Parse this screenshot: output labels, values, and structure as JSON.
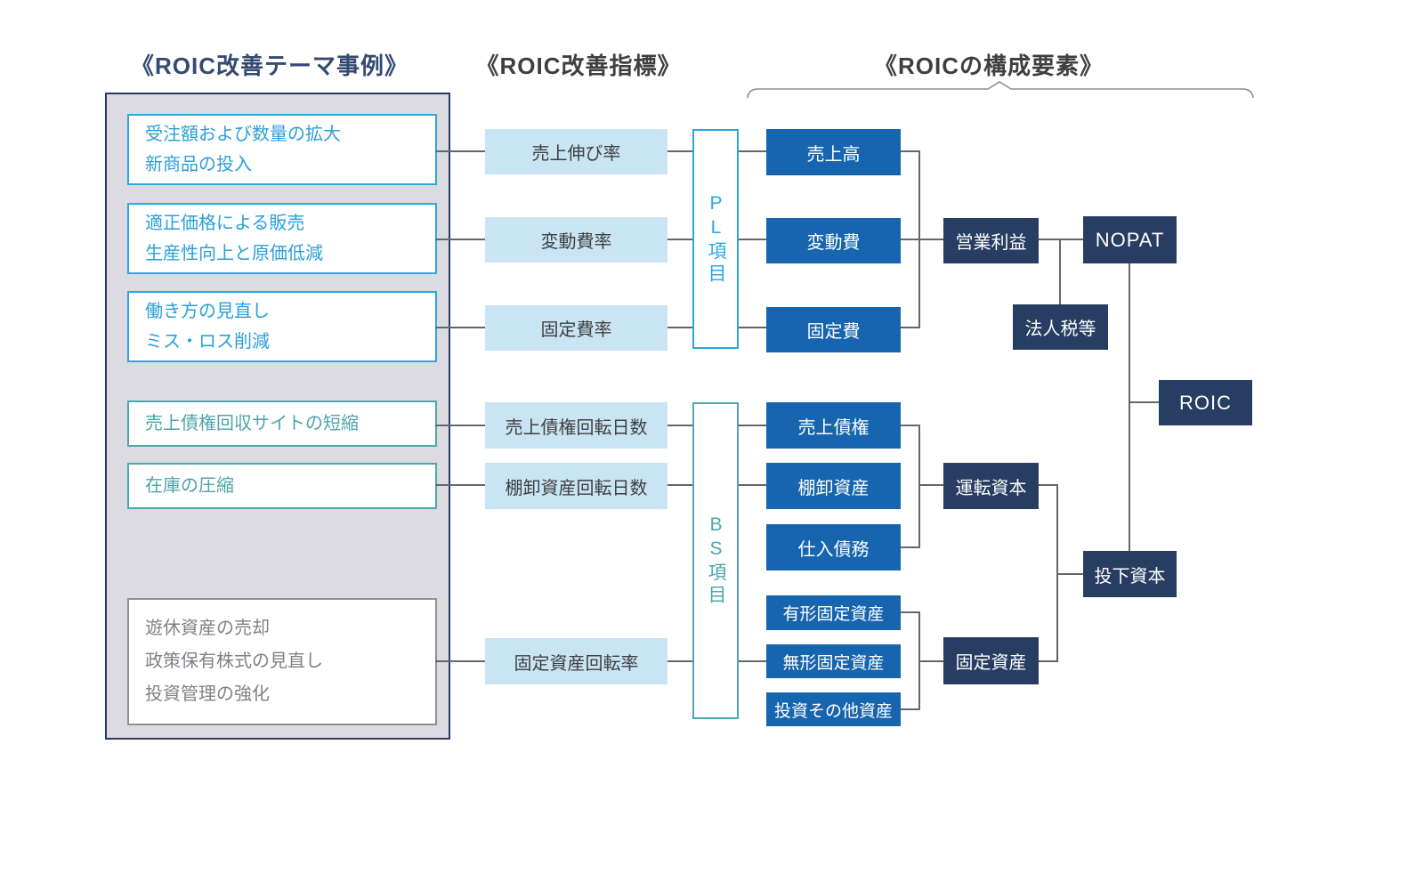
{
  "headers": {
    "themes": "《ROIC改善テーマ事例》",
    "metrics": "《ROIC改善指標》",
    "components": "《ROICの構成要素》"
  },
  "themes": [
    {
      "lines": [
        "受注額および数量の拡大",
        "新商品の投入"
      ],
      "group": "PL"
    },
    {
      "lines": [
        "適正価格による販売",
        "生産性向上と原価低減"
      ],
      "group": "PL"
    },
    {
      "lines": [
        "働き方の見直し",
        "ミス・ロス削減"
      ],
      "group": "PL"
    },
    {
      "lines": [
        "売上債権回収サイトの短縮"
      ],
      "group": "BS"
    },
    {
      "lines": [
        "在庫の圧縮"
      ],
      "group": "BS"
    },
    {
      "lines": [
        "遊休資産の売却",
        "政策保有株式の見直し",
        "投資管理の強化"
      ],
      "group": "BS"
    }
  ],
  "metrics": [
    "売上伸び率",
    "変動費率",
    "固定費率",
    "売上債権回転日数",
    "棚卸資産回転日数",
    "固定資産回転率"
  ],
  "bars": {
    "pl": "PL項目",
    "bs": "BS項目"
  },
  "components": [
    "売上高",
    "変動費",
    "固定費",
    "売上債権",
    "棚卸資産",
    "仕入債務",
    "有形固定資産",
    "無形固定資産",
    "投資その他資産"
  ],
  "aggregates": {
    "operating_profit": "営業利益",
    "corporate_tax": "法人税等",
    "nopat": "NOPAT",
    "working_capital": "運転資本",
    "fixed_assets": "固定資産",
    "invested_capital": "投下資本",
    "roic": "ROIC"
  },
  "colors": {
    "pl_accent": "#29a9e0",
    "bs_accent": "#4da7ae",
    "gray_accent": "#8e9193",
    "metric_fill": "#c9e5f4",
    "component_blue": "#1765ae",
    "aggregate_navy": "#273d61",
    "panel_fill": "#dcdbe1",
    "panel_border": "#2b3a64",
    "connector": "#63676d",
    "header_navy": "#334a72",
    "header_gray": "#3f3f3f"
  }
}
